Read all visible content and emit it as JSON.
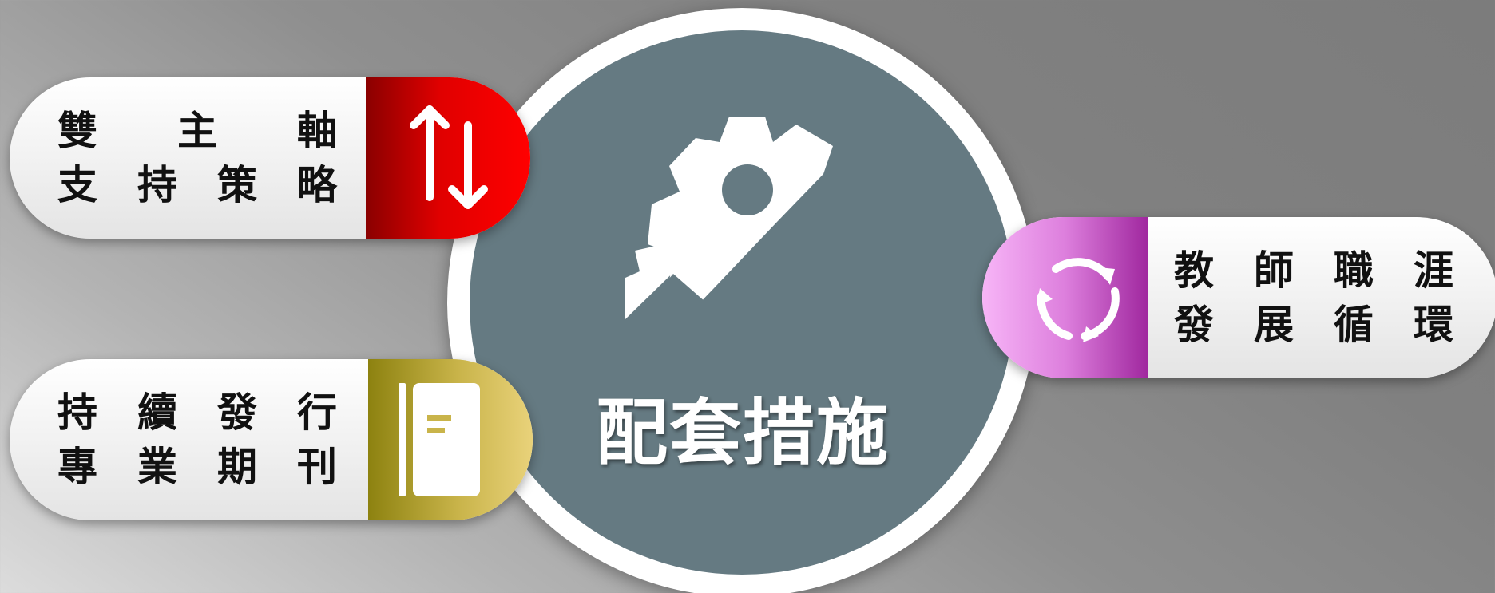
{
  "hub": {
    "title": "配套措施",
    "icon": "gear-icon",
    "colors": {
      "ring": "#ffffff",
      "fill": "#657a82"
    }
  },
  "measures": [
    {
      "line1": "雙　　主　　軸",
      "line2": "支　持　策　略",
      "icon": "up-down-arrows-icon",
      "color": "#e00000"
    },
    {
      "line1": "持　續　發　行",
      "line2": "專　業　期　刊",
      "icon": "journal-icon",
      "color": "#c9b44a"
    },
    {
      "line1": "教　師　職　涯",
      "line2": "發　展　循　環",
      "icon": "cycle-icon",
      "color": "#c85fc8"
    }
  ]
}
